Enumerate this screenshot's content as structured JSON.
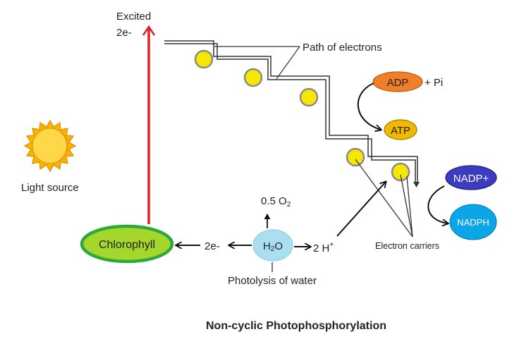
{
  "excited": {
    "line1": "Excited",
    "line2": "2e-"
  },
  "path_of_electrons": "Path of electrons",
  "adp": "ADP",
  "pi": "+ Pi",
  "atp": "ATP",
  "nadp_plus": "NADP+",
  "nadph": "NADPH",
  "light_source": "Light source",
  "chlorophyll": "Chlorophyll",
  "two_e_left": "2e-",
  "oxygen": {
    "coef": "0.5 O",
    "sub": "2"
  },
  "water": {
    "h": "H",
    "sub": "2",
    "o": "O"
  },
  "hydrogen": {
    "text": "2 H",
    "sup": "+"
  },
  "electron_carriers": "Electron carriers",
  "photolysis": "Photolysis of water",
  "title": "Non-cyclic Photophosphorylation",
  "colors": {
    "red_arrow": "#e0202a",
    "carrier_fill": "#f5e800",
    "carrier_stroke": "#8a8a8a",
    "adp_fill": "#f07f2a",
    "atp_fill": "#f3b800",
    "nadp_fill": "#3c3cc0",
    "nadph_fill": "#0aa6e8",
    "chlorophyll_fill": "#a4d62c",
    "chlorophyll_stroke": "#2fa83a",
    "water_fill": "#a9dff0",
    "sun": "#f7b500"
  },
  "icons": {
    "sun": "sun-icon"
  }
}
